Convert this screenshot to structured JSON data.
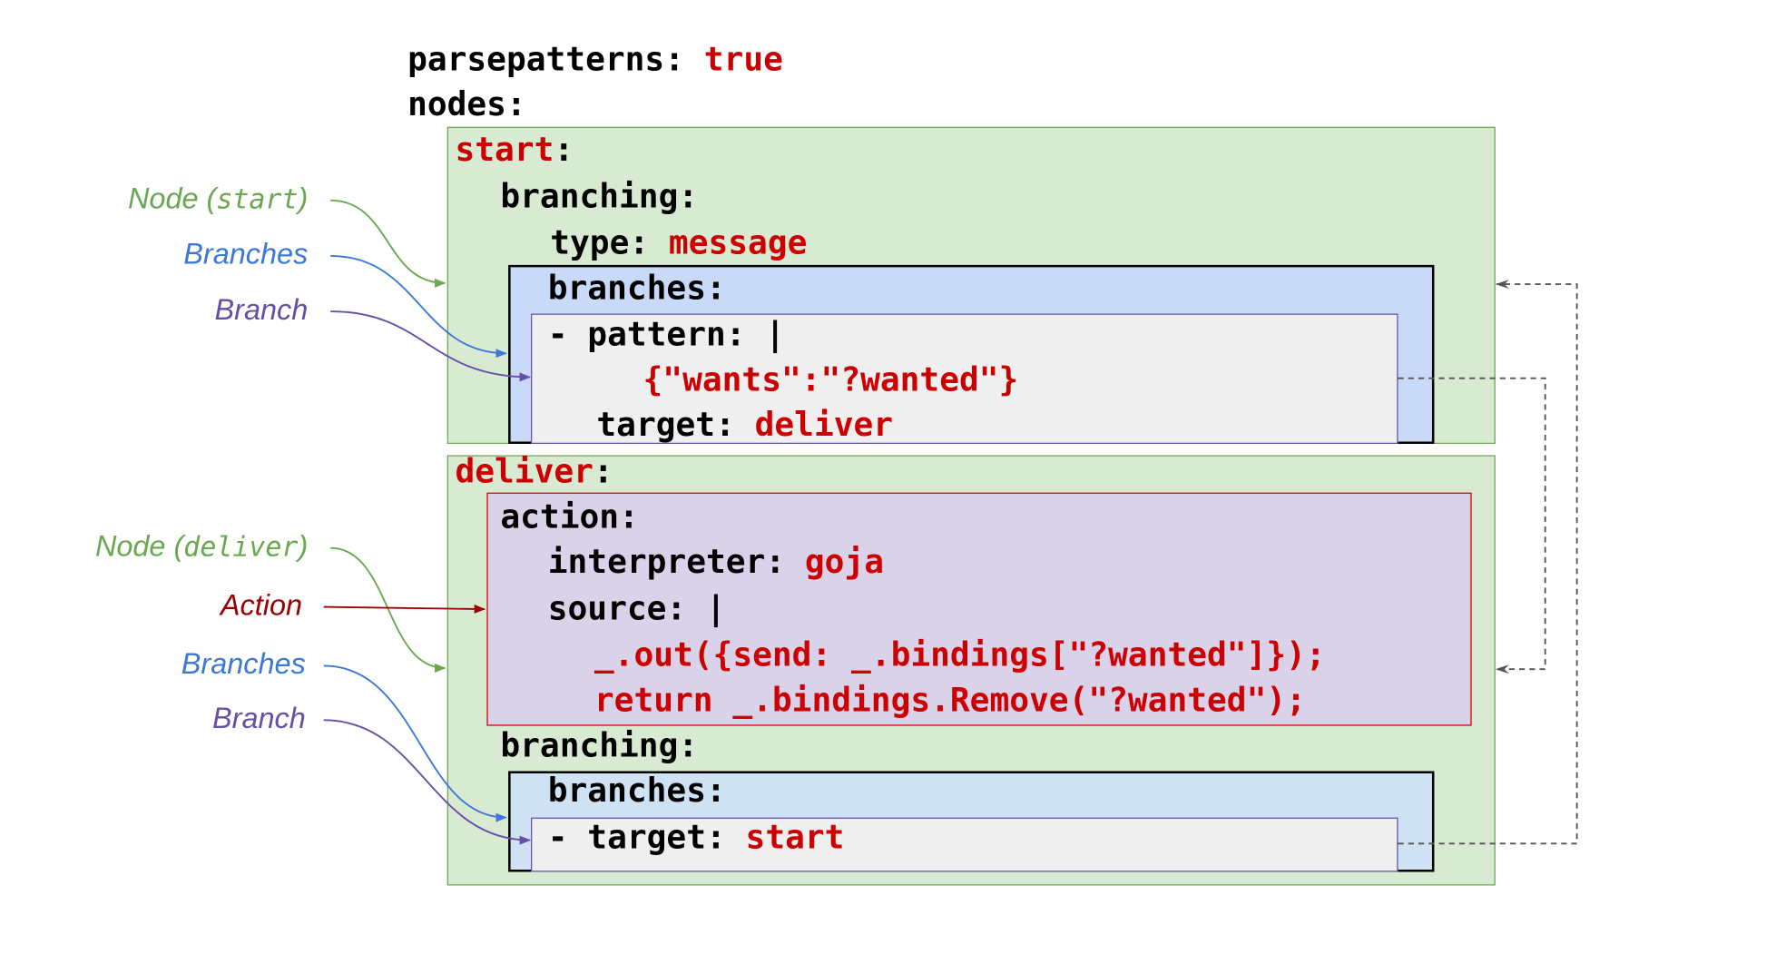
{
  "code": {
    "parsepatterns_key": "parsepatterns",
    "parsepatterns_val": "true",
    "nodes_key": "nodes",
    "start_name": "start",
    "branching1": "branching:",
    "type_key": "type",
    "type_val": "message",
    "branches1": "branches:",
    "pattern_line": "- pattern: |",
    "pattern_val": "{\"wants\":\"?wanted\"}",
    "target1_key": "target",
    "target1_val": "deliver",
    "deliver_name": "deliver",
    "action_key": "action:",
    "interpreter_key": "interpreter",
    "interpreter_val": "goja",
    "source_line": "source: |",
    "source_l1": "_.out({send: _.bindings[\"?wanted\"]});",
    "source_l2": "return _.bindings.Remove(\"?wanted\");",
    "branching2": "branching:",
    "branches2": "branches:",
    "target2_key": "- target",
    "target2_val": "start"
  },
  "labels": {
    "node_start_prefix": "Node (",
    "node_start_mono": "start",
    "node_start_suffix": ")",
    "branches_1": "Branches",
    "branch_1": "Branch",
    "node_deliver_prefix": "Node (",
    "node_deliver_mono": "deliver",
    "node_deliver_suffix": ")",
    "action": "Action",
    "branches_2": "Branches",
    "branch_2": "Branch"
  },
  "colors": {
    "node": "#6aa84f",
    "branches": "#3c78d8",
    "branch": "#674ea7",
    "action": "#990000",
    "keyword_value": "#cc0000",
    "link": "#555555"
  }
}
